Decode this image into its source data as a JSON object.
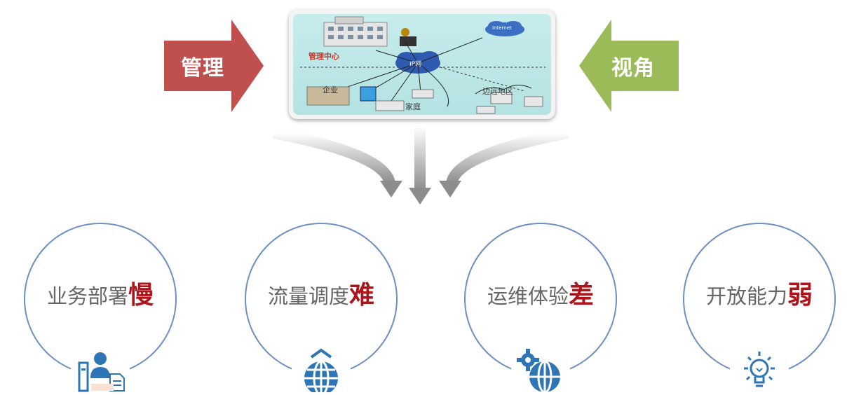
{
  "arrows": {
    "left": {
      "label": "管理",
      "color": "#c0504d"
    },
    "right": {
      "label": "视角",
      "color": "#9bbb59"
    }
  },
  "network": {
    "labels": {
      "center": "管理中心",
      "cloud": "IP网",
      "enterprise": "企业",
      "home": "家庭",
      "remote": "边远地区",
      "internet": "Internet"
    }
  },
  "problems": [
    {
      "text": "业务部署",
      "emphasis": "慢",
      "icon": "user-document-icon"
    },
    {
      "text": "流量调度",
      "emphasis": "难",
      "icon": "globe-icon"
    },
    {
      "text": "运维体验",
      "emphasis": "差",
      "icon": "gear-globe-icon"
    },
    {
      "text": "开放能力",
      "emphasis": "弱",
      "icon": "lightbulb-icon"
    }
  ],
  "colors": {
    "circle_border": "#6d8fc4",
    "emphasis": "#b0141b",
    "icon_blue": "#2e75b6"
  }
}
